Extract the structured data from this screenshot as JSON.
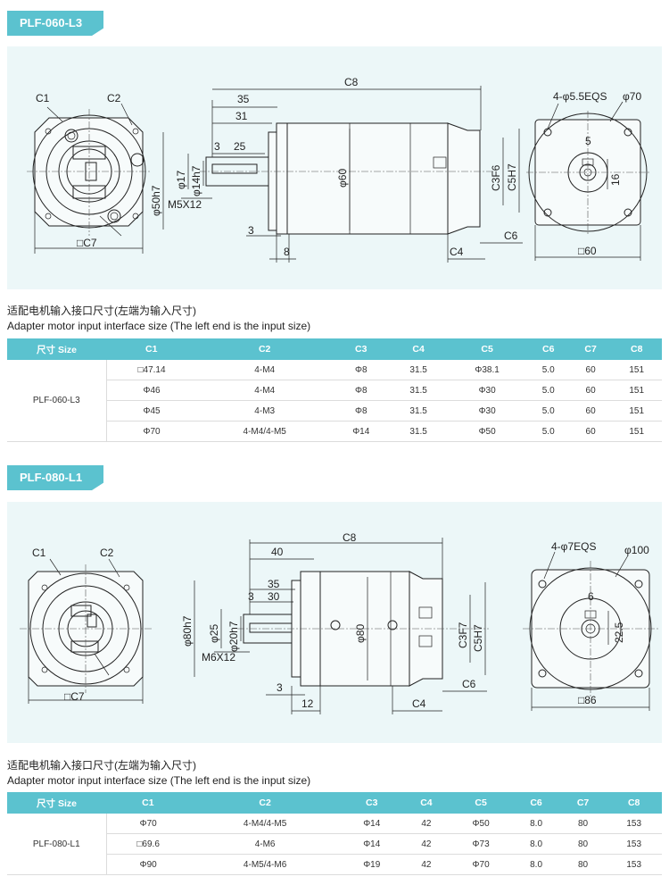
{
  "sections": [
    {
      "model_tag": "PLF-060-L3",
      "drawing": {
        "left": {
          "c1": "C1",
          "c2": "C2",
          "c7": "□C7"
        },
        "side": {
          "c8": "C8",
          "d35": "35",
          "d31": "31",
          "d3a": "3",
          "d25": "25",
          "d50h7": "φ50h7",
          "d17": "φ17",
          "d14h7": "φ14h7",
          "m": "M5X12",
          "d60": "φ60",
          "c3": "C3F6",
          "c5": "C5H7",
          "d3b": "3",
          "d8": "8",
          "c6": "C6",
          "c4": "C4"
        },
        "right": {
          "holes": "4-φ5.5EQS",
          "d70": "φ70",
          "d5": "5",
          "d16": "16",
          "sq": "□60"
        }
      },
      "caption_cn": "适配电机输入接口尺寸(左端为输入尺寸)",
      "caption_en": "Adapter motor input interface size (The left end is the input size)",
      "table": {
        "headers": [
          "尺寸 Size",
          "C1",
          "C2",
          "C3",
          "C4",
          "C5",
          "C6",
          "C7",
          "C8"
        ],
        "model": "PLF-060-L3",
        "rows": [
          [
            "□47.14",
            "4-M4",
            "Φ8",
            "31.5",
            "Φ38.1",
            "5.0",
            "60",
            "151"
          ],
          [
            "Φ46",
            "4-M4",
            "Φ8",
            "31.5",
            "Φ30",
            "5.0",
            "60",
            "151"
          ],
          [
            "Φ45",
            "4-M3",
            "Φ8",
            "31.5",
            "Φ30",
            "5.0",
            "60",
            "151"
          ],
          [
            "Φ70",
            "4-M4/4-M5",
            "Φ14",
            "31.5",
            "Φ50",
            "5.0",
            "60",
            "151"
          ]
        ]
      }
    },
    {
      "model_tag": "PLF-080-L1",
      "drawing": {
        "left": {
          "c1": "C1",
          "c2": "C2",
          "c7": "□C7"
        },
        "side": {
          "c8": "C8",
          "d40": "40",
          "d35": "35",
          "d30": "30",
          "d3a": "3",
          "d80h7": "φ80h7",
          "d25": "φ25",
          "d20h7": "φ20h7",
          "m": "M6X12",
          "d80": "φ80",
          "c3": "C3F7",
          "c5": "C5H7",
          "d3b": "3",
          "d12": "12",
          "c6": "C6",
          "c4": "C4"
        },
        "right": {
          "holes": "4-φ7EQS",
          "d100": "φ100",
          "d6": "6",
          "d225": "22.5",
          "sq": "□86"
        }
      },
      "caption_cn": "适配电机输入接口尺寸(左端为输入尺寸)",
      "caption_en": "Adapter motor input interface size (The left end is the input size)",
      "table": {
        "headers": [
          "尺寸 Size",
          "C1",
          "C2",
          "C3",
          "C4",
          "C5",
          "C6",
          "C7",
          "C8"
        ],
        "model": "PLF-080-L1",
        "rows": [
          [
            "Φ70",
            "4-M4/4-M5",
            "Φ14",
            "42",
            "Φ50",
            "8.0",
            "80",
            "153"
          ],
          [
            "□69.6",
            "4-M6",
            "Φ14",
            "42",
            "Φ73",
            "8.0",
            "80",
            "153"
          ],
          [
            "Φ90",
            "4-M5/4-M6",
            "Φ19",
            "42",
            "Φ70",
            "8.0",
            "80",
            "153"
          ]
        ]
      }
    }
  ]
}
